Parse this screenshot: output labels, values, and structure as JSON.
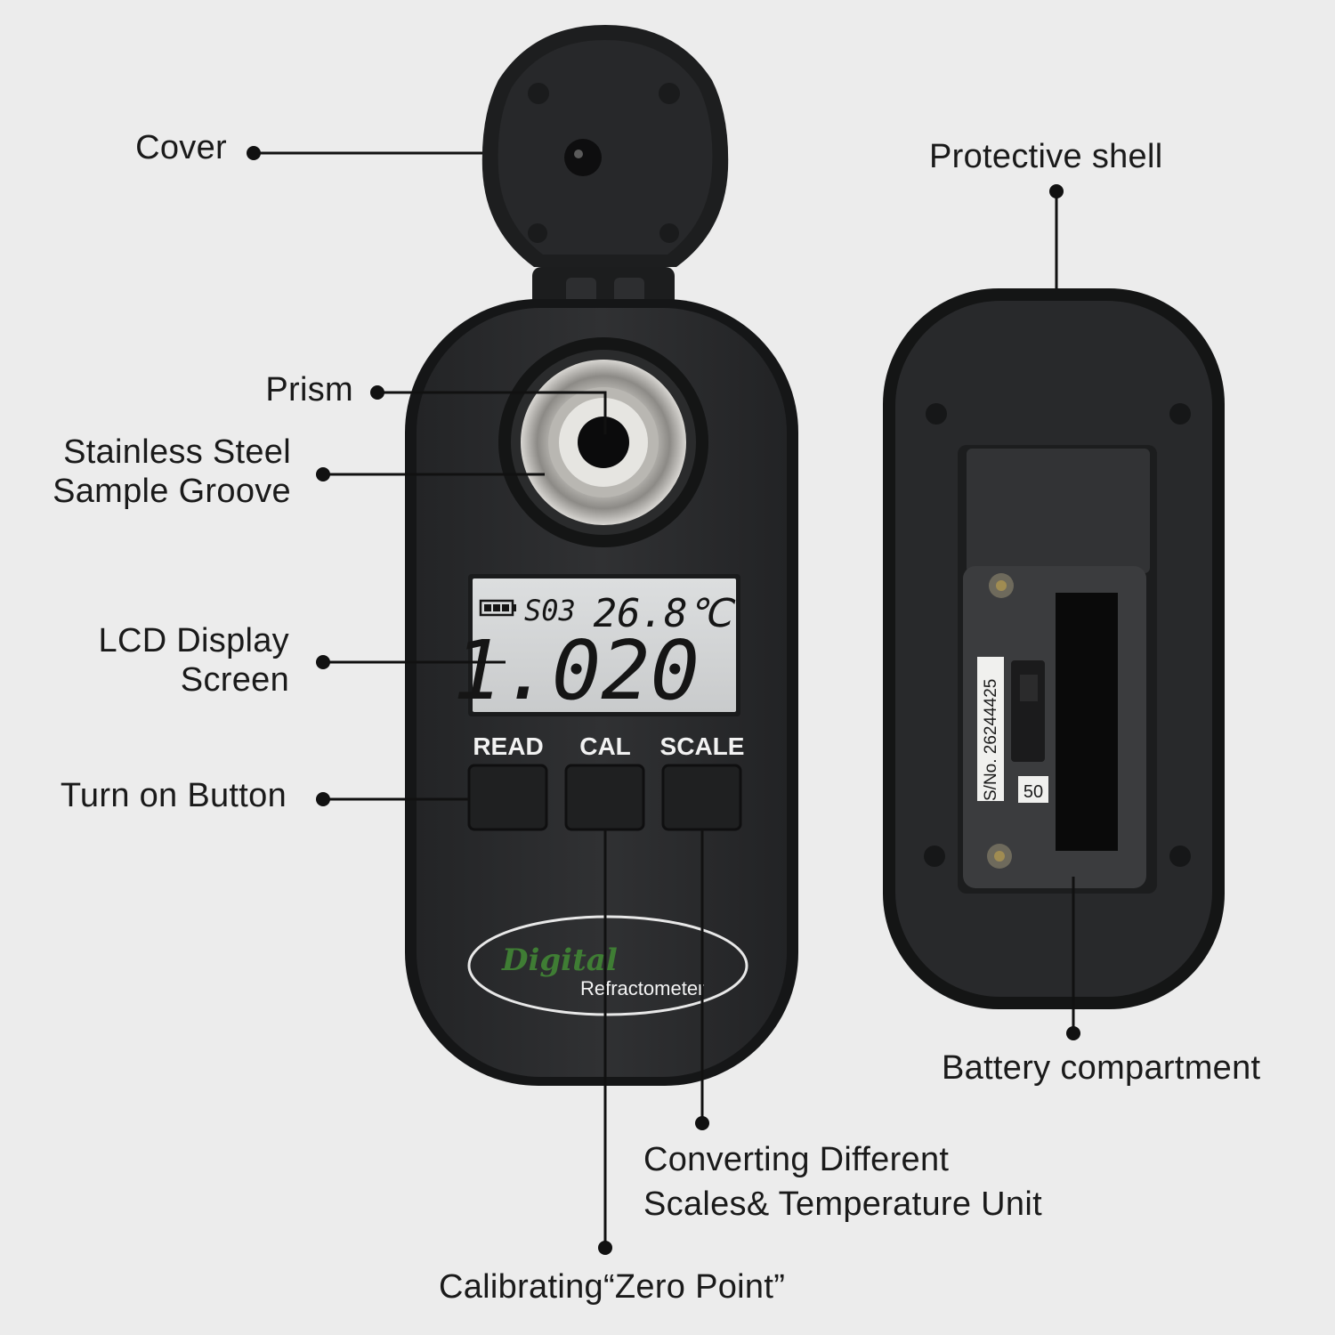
{
  "colors": {
    "background": "#ececec",
    "device_body": "#2c2d2f",
    "device_rim": "#1b1c1d",
    "lcd_bg": "#d4d6d6",
    "lcd_text": "#151515",
    "leader_line": "#111111",
    "logo_green": "#3f7d34"
  },
  "callouts": {
    "cover": "Cover",
    "protective_shell": "Protective shell",
    "prism": "Prism",
    "sample_groove": [
      "Stainless Steel",
      "Sample Groove"
    ],
    "lcd_display": [
      "LCD Display",
      "Screen"
    ],
    "turn_on_button": "Turn on Button",
    "battery_compartment": "Battery compartment",
    "converting": [
      "Converting Different",
      "Scales& Temperature Unit"
    ],
    "calibrating": "Calibrating“Zero Point”"
  },
  "device": {
    "lcd": {
      "scale_code": "S03",
      "temperature": "26.8℃",
      "reading": "1.020",
      "battery_icon": "battery-full-icon"
    },
    "buttons": [
      "READ",
      "CAL",
      "SCALE"
    ],
    "logo": {
      "script": "Digital",
      "name": "Refractometer"
    }
  },
  "back": {
    "serial_label": "S/No. 26244425",
    "sticker_number": "50"
  }
}
